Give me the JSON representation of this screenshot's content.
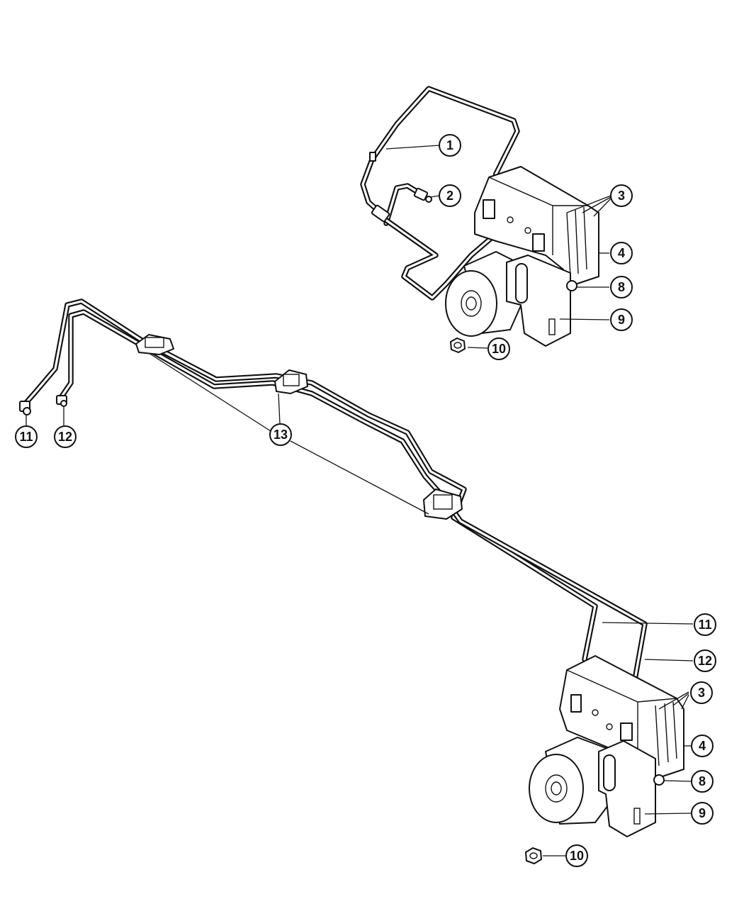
{
  "callouts": {
    "c1": "1",
    "c2": "2",
    "c3_top": "3",
    "c4_top": "4",
    "c8_top": "8",
    "c9_top": "9",
    "c10_top": "10",
    "c11_left": "11",
    "c12_left": "12",
    "c13": "13",
    "c11_right": "11",
    "c12_right": "12",
    "c3_bottom": "3",
    "c4_bottom": "4",
    "c8_bottom": "8",
    "c9_bottom": "9",
    "c10_bottom": "10"
  }
}
